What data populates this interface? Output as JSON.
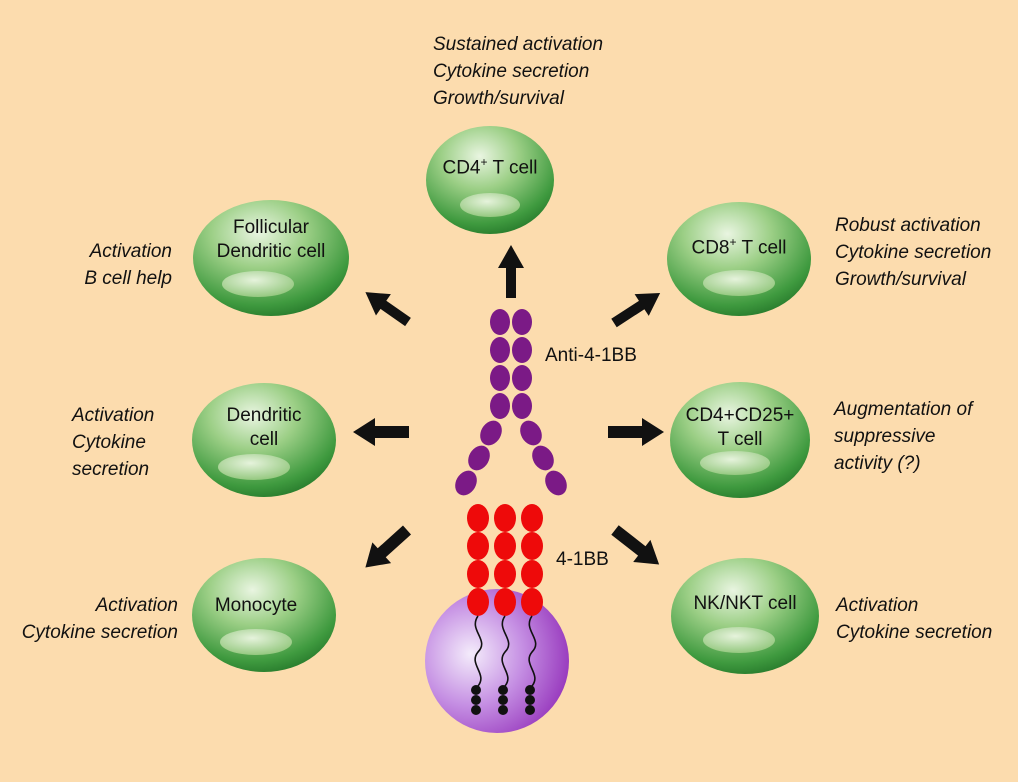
{
  "molecules": {
    "antibody": "Anti-4-1BB",
    "receptor": "4-1BB"
  },
  "cells": {
    "cd4": {
      "lines": [
        "CD4",
        "+",
        " T cell"
      ]
    },
    "follicular": {
      "lines": [
        "Follicular",
        "Dendritic cell"
      ]
    },
    "cd8": {
      "lines": [
        "CD8",
        "+",
        " T cell"
      ]
    },
    "dendritic": {
      "lines": [
        "Dendritic",
        "cell"
      ]
    },
    "treg": {
      "lines": [
        "CD4+CD25+",
        "T cell"
      ]
    },
    "monocyte": {
      "lines": [
        "Monocyte"
      ]
    },
    "nk": {
      "lines": [
        "NK/NKT cell"
      ]
    }
  },
  "effects": {
    "cd4": [
      "Sustained activation",
      "Cytokine secretion",
      "Growth/survival"
    ],
    "follicular": [
      "Activation",
      "B cell help"
    ],
    "cd8": [
      "Robust activation",
      "Cytokine secretion",
      "Growth/survival"
    ],
    "dendritic": [
      "Activation",
      "Cytokine",
      "secretion"
    ],
    "treg": [
      "Augmentation of",
      "suppressive",
      "activity (?)"
    ],
    "monocyte": [
      "Activation",
      "Cytokine secretion"
    ],
    "nk": [
      "Activation",
      "Cytokine secretion"
    ]
  },
  "colors": {
    "background": "#fcdcae",
    "cell_green": "#3f9a3f",
    "antibody_purple": "#7b1a86",
    "receptor_red": "#ee0a0a",
    "host_cell_purple": "#a23fc4",
    "arrow": "#111111"
  }
}
